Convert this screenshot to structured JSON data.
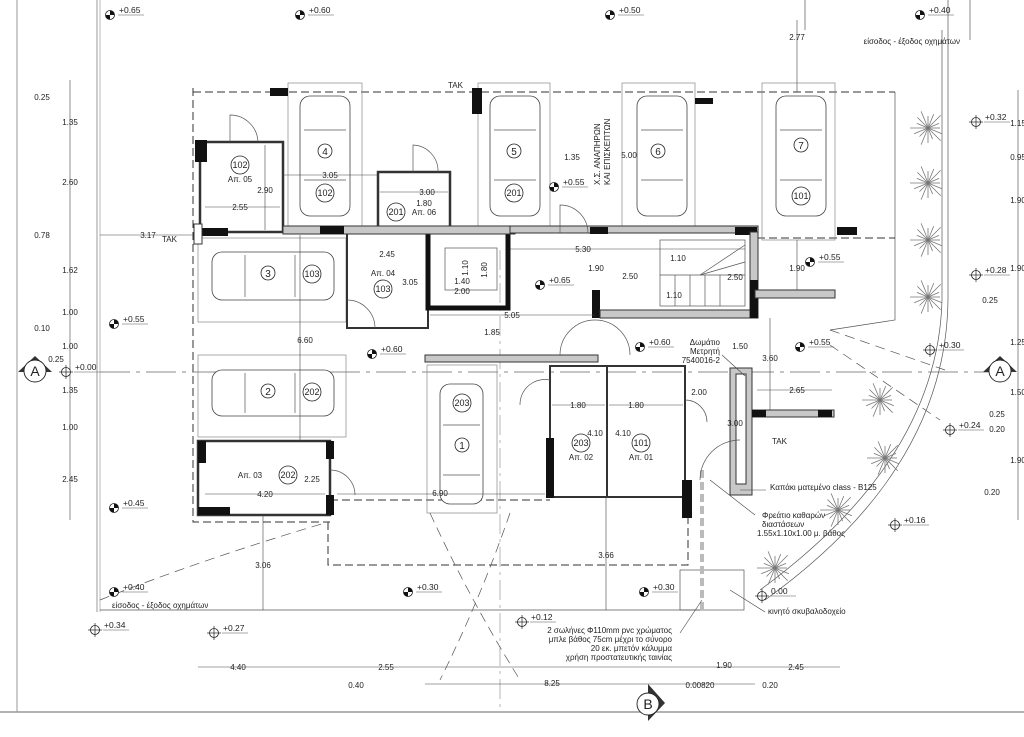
{
  "levels": [
    "+0.65",
    "+0.60",
    "+0.50",
    "+0.40",
    "+0.32",
    "+0.55",
    "+0.55",
    "+0.28",
    "+0.65",
    "+0.55",
    "+0.60",
    "+0.55",
    "+0.30",
    "+0.00",
    "+0.60",
    "+0.24",
    "+0.45",
    "+0.16",
    "+0.40",
    "+0.30",
    "+0.30",
    "0.00",
    "+0.34",
    "+0.27",
    "+0.12"
  ],
  "dimensions": [
    "2.77",
    "0.25",
    "1.35",
    "2.60",
    "0.78",
    "3.17",
    "1.62",
    "1.00",
    "0.10",
    "1.00",
    "0.25",
    "1.35",
    "1.00",
    "2.45",
    "2.90",
    "2.55",
    "3.05",
    "3.00",
    "1.80",
    "1.35",
    "5.00",
    "5.30",
    "1.90",
    "2.50",
    "1.10",
    "2.50",
    "1.10",
    "1.90",
    "2.45",
    "3.05",
    "1.10",
    "1.80",
    "1.40",
    "2.00",
    "5.05",
    "1.85",
    "6.60",
    "1.50",
    "3.60",
    "2.00",
    "2.65",
    "3.00",
    "1.80",
    "1.80",
    "4.10",
    "4.10",
    "2.25",
    "4.20",
    "6.90",
    "3.06",
    "3.66",
    "4.40",
    "2.55",
    "0.40",
    "8.25",
    "1.90",
    "2.45",
    "0.20",
    "0.00820",
    "1.15",
    "0.95",
    "1.90",
    "1.90",
    "0.25",
    "1.25",
    "1.50",
    "0.25",
    "0.20",
    "1.90",
    "0.20"
  ],
  "storage_rooms": [
    {
      "name": "Απ. 05",
      "unit": "102"
    },
    {
      "name": "Απ. 06",
      "unit": "201"
    },
    {
      "name": "Απ. 04",
      "unit": "103"
    },
    {
      "name": "Απ. 03",
      "unit": "202"
    },
    {
      "name": "Απ. 02",
      "unit": "203"
    },
    {
      "name": "Απ. 01",
      "unit": "101"
    }
  ],
  "parking_spaces": [
    {
      "number": "1",
      "unit": "203"
    },
    {
      "number": "2",
      "unit": "202"
    },
    {
      "number": "3",
      "unit": "103"
    },
    {
      "number": "4",
      "unit": "102"
    },
    {
      "number": "5",
      "unit": "201"
    },
    {
      "number": "6"
    },
    {
      "number": "7",
      "unit": "101"
    }
  ],
  "tak_labels": [
    "TAK",
    "TAK",
    "TAK"
  ],
  "section_markers": [
    "A",
    "A",
    "B"
  ],
  "notes": {
    "vehicle_entry_top": "είσοδος - έξοδος οχημάτων",
    "vehicle_entry_bottom": "είσοδος - έξοδος οχημάτων",
    "disabled_parking": [
      "Χ.Σ. ΑΝΑΠΗΡΩΝ",
      "ΚΑΙ ΕΠΙΣΚΕΠΤΩΝ"
    ],
    "meter_room": [
      "Δωμάτιο",
      "Μετρητή",
      "7540016-2"
    ],
    "manhole_cover": "Καπάκι ματεμένο class - B125",
    "inspection_chamber": [
      "Φρεάτιο καθαρών",
      "διαστάσεων",
      "1.55x1.10x1.00 μ. βάθος"
    ],
    "movable_bin": "κινητό σκυβαλοδοχείο",
    "pipe_note": [
      "2 σωλήνες Φ110mm pvc χρώματος",
      "μπλε βάθος 75cm  μέχρι το σύνορο",
      "20 εκ. μπετόν κάλυμμα",
      "χρήση προστατευτικής ταινίας"
    ]
  }
}
